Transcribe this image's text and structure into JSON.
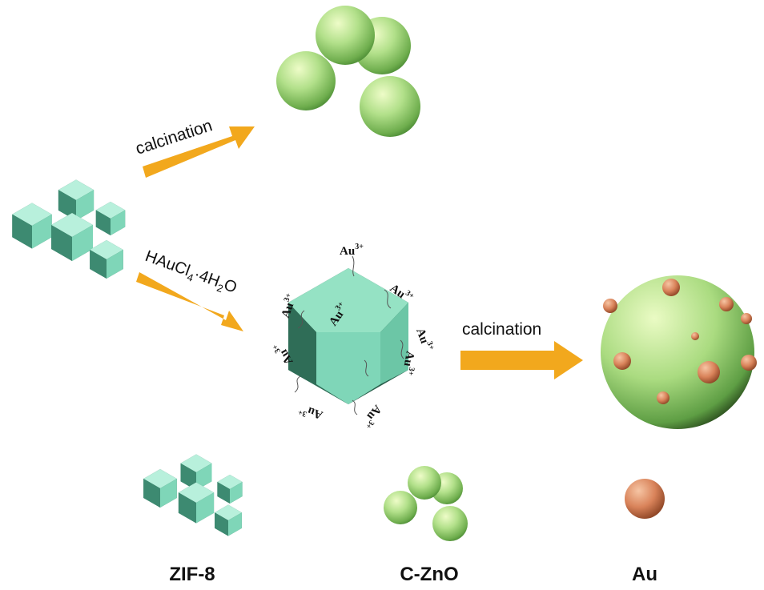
{
  "diagram": {
    "top_arrow_label": "calcination",
    "middle_arrow_label": "calcination",
    "reagent": {
      "main": "HAuCl",
      "sub1": "4",
      "mid": "·4H",
      "sub2": "2",
      "end": "O"
    },
    "ion": {
      "base": "Au",
      "charge": "3+"
    },
    "legend": [
      {
        "label": "ZIF-8"
      },
      {
        "label": "C-ZnO"
      },
      {
        "label": "Au"
      }
    ]
  },
  "colors": {
    "zif8": "#7fd6b8",
    "zno": "#b9e58c",
    "au": "#d9835a",
    "arrow": "#f2a81d"
  }
}
